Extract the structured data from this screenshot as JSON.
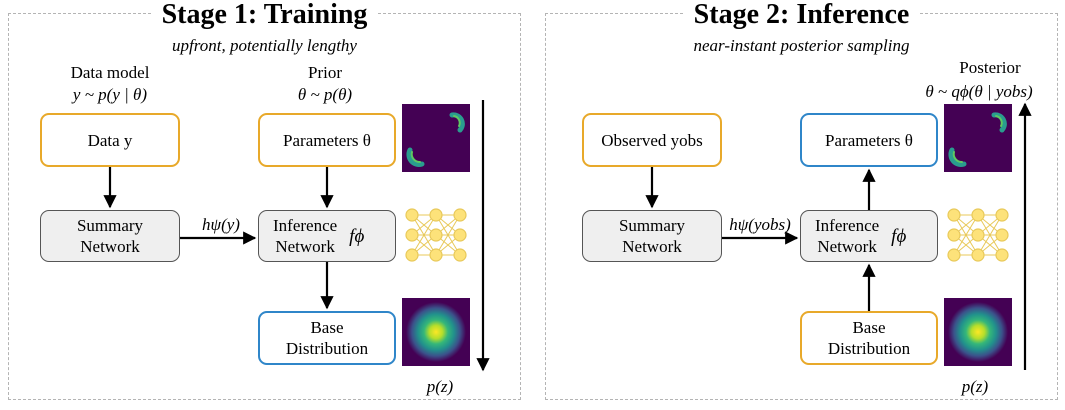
{
  "stage1": {
    "title": "Stage 1: Training",
    "subtitle": "upfront, potentially lengthy",
    "data_model_label": "Data model",
    "data_model_formula": "y ~ p(y | θ)",
    "prior_label": "Prior",
    "prior_formula": "θ ~ p(θ)",
    "data_box": "Data y",
    "params_box": "Parameters θ",
    "summary_line1": "Summary",
    "summary_line2": "Network",
    "summary_output": "hψ(y)",
    "inference_line1": "Inference",
    "inference_line2": "Network",
    "inference_symbol": "fϕ",
    "base_line1": "Base",
    "base_line2": "Distribution",
    "pz_label": "p(z)"
  },
  "stage2": {
    "title": "Stage 2: Inference",
    "subtitle": "near-instant posterior sampling",
    "posterior_label": "Posterior",
    "posterior_formula": "θ ~ qϕ(θ | yobs)",
    "observed_box": "Observed yobs",
    "params_box": "Parameters θ",
    "summary_line1": "Summary",
    "summary_line2": "Network",
    "summary_output": "hψ(yobs)",
    "inference_line1": "Inference",
    "inference_line2": "Network",
    "inference_symbol": "fϕ",
    "base_line1": "Base",
    "base_line2": "Distribution",
    "pz_label": "p(z)"
  },
  "colors": {
    "orange_border": "#e8a92a",
    "blue_border": "#2f86c9",
    "gray_fill": "#efefef",
    "viridis_dark": "#440154",
    "viridis_teal": "#2a9d8f",
    "viridis_yellow": "#fde725",
    "node_yellow": "#fde27a"
  },
  "icons": [
    "crescent-heatmap-icon",
    "neural-network-icon",
    "gaussian-heatmap-icon"
  ]
}
